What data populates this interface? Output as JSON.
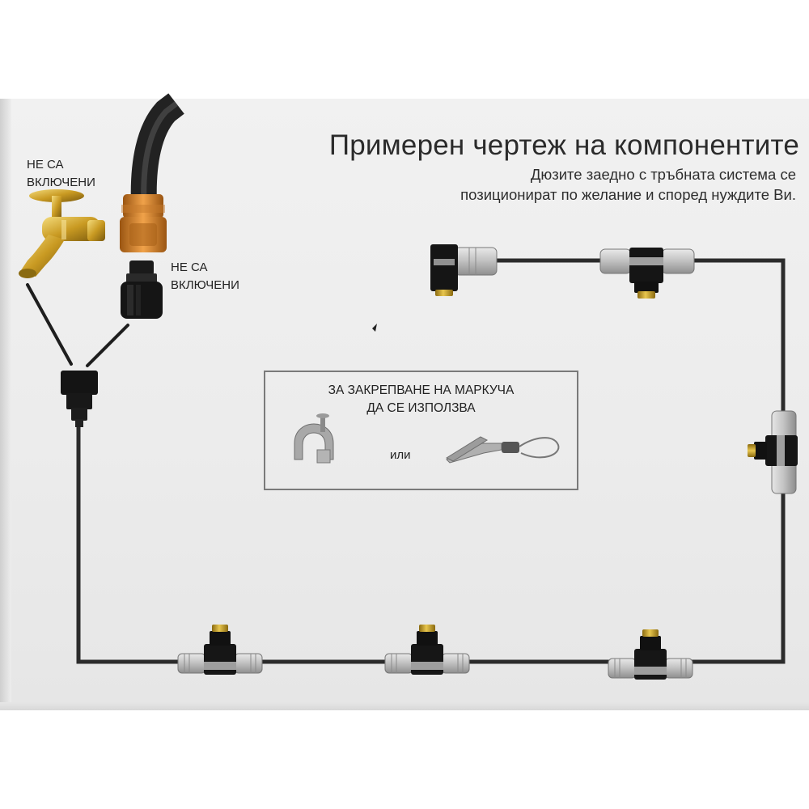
{
  "title": "Примерен чертеж на компонентите",
  "subtitle": {
    "line1": "Дюзите заедно с тръбната система се",
    "line2": "позиционират по желание и според нуждите Ви."
  },
  "labels": {
    "tap_not_included": {
      "line1": "НЕ СА",
      "line2": "ВКЛЮЧЕНИ"
    },
    "adapter_not_included": {
      "line1": "НЕ СА",
      "line2": "ВКЛЮЧЕНИ"
    }
  },
  "hose_note": {
    "line1": "ЗА ЗАКРЕПВАНЕ НА МАРКУЧА",
    "line2": "ДА СЕ ИЗПОЛЗВА",
    "or": "или"
  },
  "colors": {
    "tube": "#2b2b2b",
    "fitting_grey": "#b9b9b9",
    "fitting_black": "#161616",
    "brass": "#c9a227",
    "orange_connector": "#d8832c",
    "frame": "#7a7a7a"
  },
  "icons": [
    "tap-icon",
    "garden-hose-icon",
    "hose-connector-icon",
    "adapter-icon",
    "splitter-icon",
    "tee-nozzle-icon",
    "elbow-nozzle-icon",
    "pipe-clip-icon",
    "clamp-icon"
  ]
}
